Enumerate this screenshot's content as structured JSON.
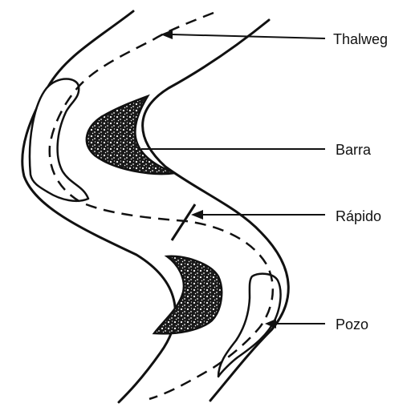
{
  "labels": {
    "thalweg": "Thalweg",
    "bar": "Barra",
    "rapid": "Rápido",
    "pool": "Pozo"
  },
  "colors": {
    "ink": "#111111",
    "background": "#ffffff",
    "bar_fill": "#1a1a1a"
  },
  "line_styles": {
    "banks": "solid",
    "thalweg": "dashed"
  }
}
